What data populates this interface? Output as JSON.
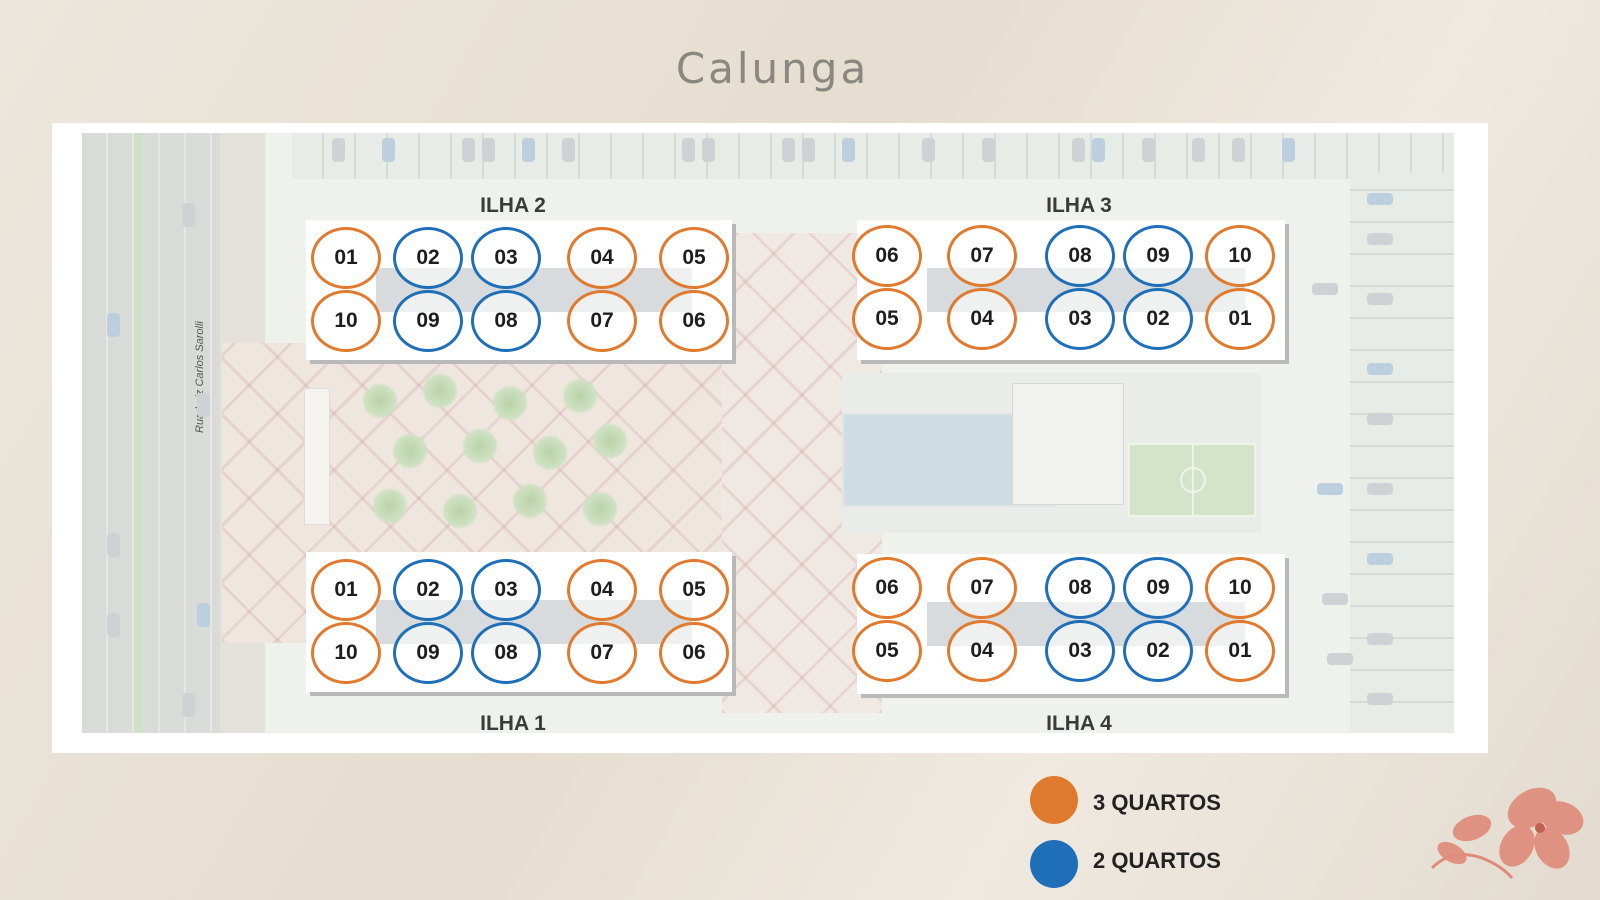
{
  "title": "Calunga",
  "street_name": "Rua Luiz Carlos Sarolli",
  "colors": {
    "three_rooms": "#e07a2e",
    "two_rooms": "#1f6fb8"
  },
  "legend": [
    {
      "label": "3 QUARTOS",
      "color": "#e07a2e"
    },
    {
      "label": "2 QUARTOS",
      "color": "#1f6fb8"
    }
  ],
  "islands": [
    {
      "name": "ILHA 2",
      "rows": [
        [
          {
            "n": "01",
            "t": "3q"
          },
          {
            "n": "02",
            "t": "2q"
          },
          {
            "n": "03",
            "t": "2q"
          },
          {
            "n": "04",
            "t": "3q"
          },
          {
            "n": "05",
            "t": "3q"
          }
        ],
        [
          {
            "n": "10",
            "t": "3q"
          },
          {
            "n": "09",
            "t": "2q"
          },
          {
            "n": "08",
            "t": "2q"
          },
          {
            "n": "07",
            "t": "3q"
          },
          {
            "n": "06",
            "t": "3q"
          }
        ]
      ]
    },
    {
      "name": "ILHA 3",
      "rows": [
        [
          {
            "n": "06",
            "t": "3q"
          },
          {
            "n": "07",
            "t": "3q"
          },
          {
            "n": "08",
            "t": "2q"
          },
          {
            "n": "09",
            "t": "2q"
          },
          {
            "n": "10",
            "t": "3q"
          }
        ],
        [
          {
            "n": "05",
            "t": "3q"
          },
          {
            "n": "04",
            "t": "3q"
          },
          {
            "n": "03",
            "t": "2q"
          },
          {
            "n": "02",
            "t": "2q"
          },
          {
            "n": "01",
            "t": "3q"
          }
        ]
      ]
    },
    {
      "name": "ILHA 1",
      "rows": [
        [
          {
            "n": "01",
            "t": "3q"
          },
          {
            "n": "02",
            "t": "2q"
          },
          {
            "n": "03",
            "t": "2q"
          },
          {
            "n": "04",
            "t": "3q"
          },
          {
            "n": "05",
            "t": "3q"
          }
        ],
        [
          {
            "n": "10",
            "t": "3q"
          },
          {
            "n": "09",
            "t": "2q"
          },
          {
            "n": "08",
            "t": "2q"
          },
          {
            "n": "07",
            "t": "3q"
          },
          {
            "n": "06",
            "t": "3q"
          }
        ]
      ]
    },
    {
      "name": "ILHA 4",
      "rows": [
        [
          {
            "n": "06",
            "t": "3q"
          },
          {
            "n": "07",
            "t": "3q"
          },
          {
            "n": "08",
            "t": "2q"
          },
          {
            "n": "09",
            "t": "2q"
          },
          {
            "n": "10",
            "t": "3q"
          }
        ],
        [
          {
            "n": "05",
            "t": "3q"
          },
          {
            "n": "04",
            "t": "3q"
          },
          {
            "n": "03",
            "t": "2q"
          },
          {
            "n": "02",
            "t": "2q"
          },
          {
            "n": "01",
            "t": "3q"
          }
        ]
      ]
    }
  ]
}
